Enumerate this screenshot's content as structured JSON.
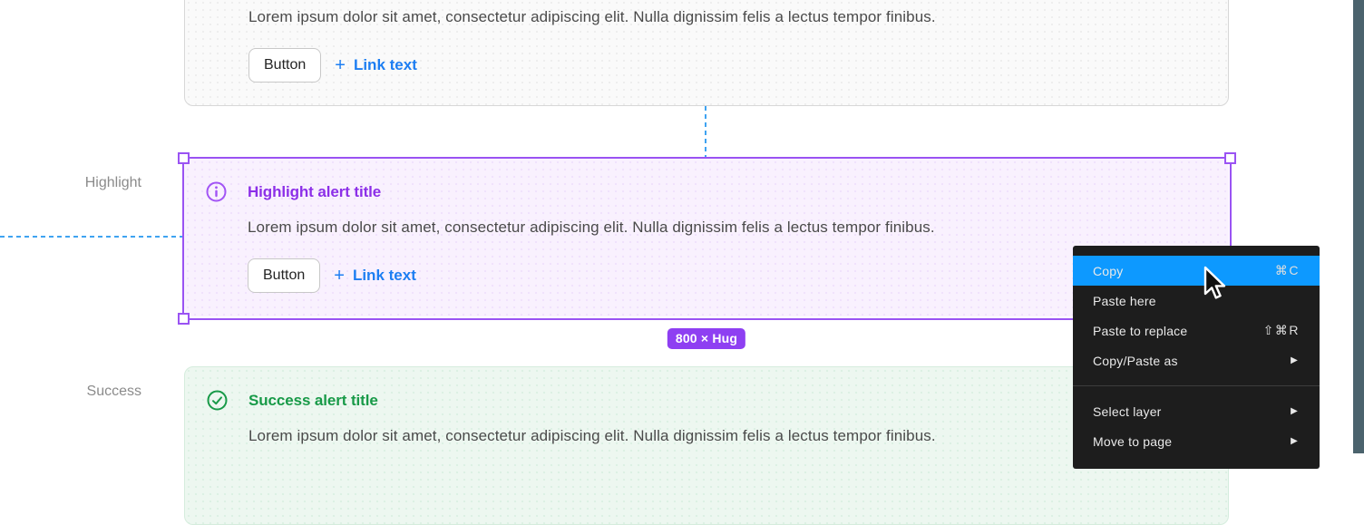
{
  "canvas": {
    "guide_color": "#3fa3f1",
    "side_strip_color": "#4b636d",
    "selection_color": "#9a53f3"
  },
  "section_labels": {
    "highlight": "Highlight",
    "success": "Success"
  },
  "cards": {
    "default": {
      "body": "Lorem ipsum dolor sit amet, consectetur adipiscing elit. Nulla dignissim felis a lectus tempor finibus.",
      "button_label": "Button",
      "link_plus": "+",
      "link_label": "Link text"
    },
    "highlight": {
      "title": "Highlight alert title",
      "title_color": "#8c2fe8",
      "body": "Lorem ipsum dolor sit amet, consectetur adipiscing elit. Nulla dignissim felis a lectus tempor finibus.",
      "button_label": "Button",
      "link_plus": "+",
      "link_label": "Link text"
    },
    "success": {
      "title": "Success alert title",
      "title_color": "#189a48",
      "body": "Lorem ipsum dolor sit amet, consectetur adipiscing elit. Nulla dignissim felis a lectus tempor finibus."
    }
  },
  "selection": {
    "dimension_badge": "800 × Hug",
    "badge_color": "#8e3ff2"
  },
  "context_menu": {
    "items": [
      {
        "label": "Copy",
        "shortcut": "⌘C",
        "highlighted": true
      },
      {
        "label": "Paste here",
        "shortcut": ""
      },
      {
        "label": "Paste to replace",
        "shortcut": "⇧⌘R"
      },
      {
        "label": "Copy/Paste as",
        "arrow": "▶"
      },
      {
        "label": "Select layer",
        "arrow": "▶"
      },
      {
        "label": "Move to page",
        "arrow": "▶"
      }
    ],
    "highlight_color": "#0d99ff"
  },
  "icons": {
    "info": "info-circle",
    "check": "check-circle",
    "submenu_arrow": "▶",
    "cursor": "arrow-pointer"
  }
}
